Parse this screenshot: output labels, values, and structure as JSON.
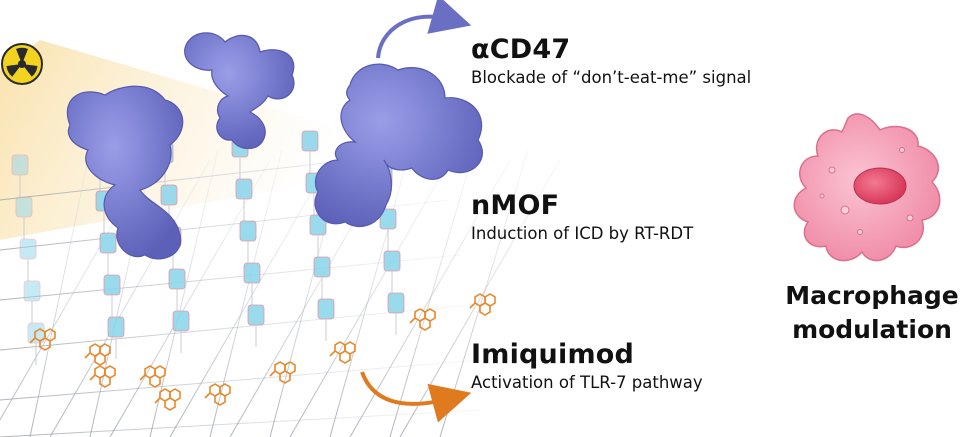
{
  "labels": {
    "acd47": {
      "title": "αCD47",
      "description": "Blockade of “don’t-eat-me” signal"
    },
    "nmof": {
      "title": "nMOF",
      "description": "Induction of ICD by RT-RDT"
    },
    "imiquimod": {
      "title": "Imiquimod",
      "description": "Activation of TLR-7 pathway"
    },
    "macrophage": {
      "line1": "Macrophage",
      "line2": "modulation"
    }
  },
  "colors": {
    "antibody": "#7b7fd6",
    "antibody_dark": "#5458b0",
    "mof_node": "#8fd6ea",
    "mof_node_edge": "#e58a9a",
    "imiquimod": "#e8882a",
    "macrophage_fill": "#f6a4b8",
    "macrophage_nucleus": "#e8506e",
    "arrow_top": "#6b6fc4",
    "arrow_bottom": "#e07a1e",
    "radiation_yellow": "#f2d320"
  },
  "icons": [
    "radiation-icon",
    "antibody",
    "mof-lattice",
    "macrophage-cell",
    "curved-arrow"
  ]
}
